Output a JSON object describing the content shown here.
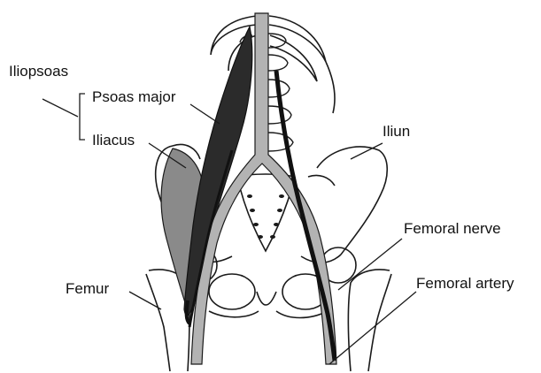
{
  "labels": {
    "iliopsoas": "Iliopsoas",
    "psoas_major": "Psoas major",
    "iliacus": "Iliacus",
    "iliun": "Iliun",
    "femoral_nerve": "Femoral nerve",
    "femur": "Femur",
    "femoral_artery": "Femoral artery"
  },
  "colors": {
    "outline": "#1a1a1a",
    "psoas_muscle": "#2b2b2b",
    "iliacus_muscle": "#8a8a8a",
    "artery": "#b3b3b3",
    "nerve": "#111111"
  }
}
